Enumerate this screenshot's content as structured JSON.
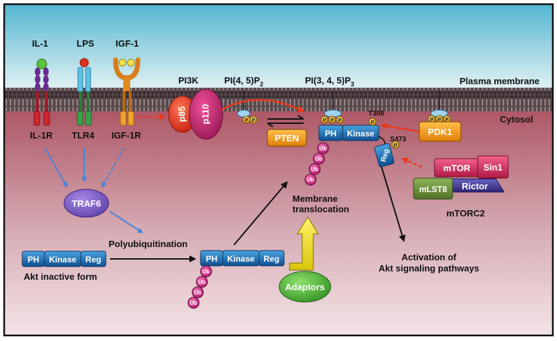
{
  "membrane": {
    "plasma_membrane": "Plasma membrane",
    "cytosol": "Cytosol"
  },
  "ligands": {
    "il1": "IL-1",
    "lps": "LPS",
    "igf1": "IGF-1"
  },
  "receptors": {
    "il1r": "IL-1R",
    "tlr4": "TLR4",
    "igf1r": "IGF-1R"
  },
  "pi3k": {
    "label": "PI3K",
    "p85": "p85",
    "p110": "p110"
  },
  "lipids": {
    "pip2_main": "PI(4, 5)P",
    "pip2_sub": "2",
    "pip3_main": "PI(3, 4, 5)P",
    "pip3_sub": "3",
    "phospho": "P"
  },
  "pten": "PTEN",
  "pdk1": "PDK1",
  "traf6": "TRAF6",
  "akt": {
    "ph": "PH",
    "kinase": "Kinase",
    "reg": "Reg",
    "inactive_label": "Akt inactive form",
    "t308": "T308",
    "s473": "S473",
    "ub": "Ub"
  },
  "mtorc2": {
    "mtor": "mTOR",
    "sin1": "Sin1",
    "mlst8": "mLST8",
    "rictor": "Rictor",
    "label": "mTORC2"
  },
  "process": {
    "polyubiquitination": "Polyubiquitination",
    "membrane_translocation_1": "Membrane",
    "membrane_translocation_2": "translocation",
    "adaptors": "Adaptors",
    "activation_1": "Activation of",
    "activation_2": "Akt signaling pathways"
  },
  "colors": {
    "sky_top": "#5bb9d3",
    "cytosol": "#b3606e",
    "ph_blue": "#1d6fb0",
    "pten_orange": "#f29a1f",
    "traf6_purple": "#7b5fbf",
    "adaptor_green": "#4caf3a",
    "ub_magenta": "#cf2a80",
    "phospho_yellow": "#e8b41e",
    "red_arrow": "#e8391b",
    "blue_arrow": "#4a82d6"
  }
}
